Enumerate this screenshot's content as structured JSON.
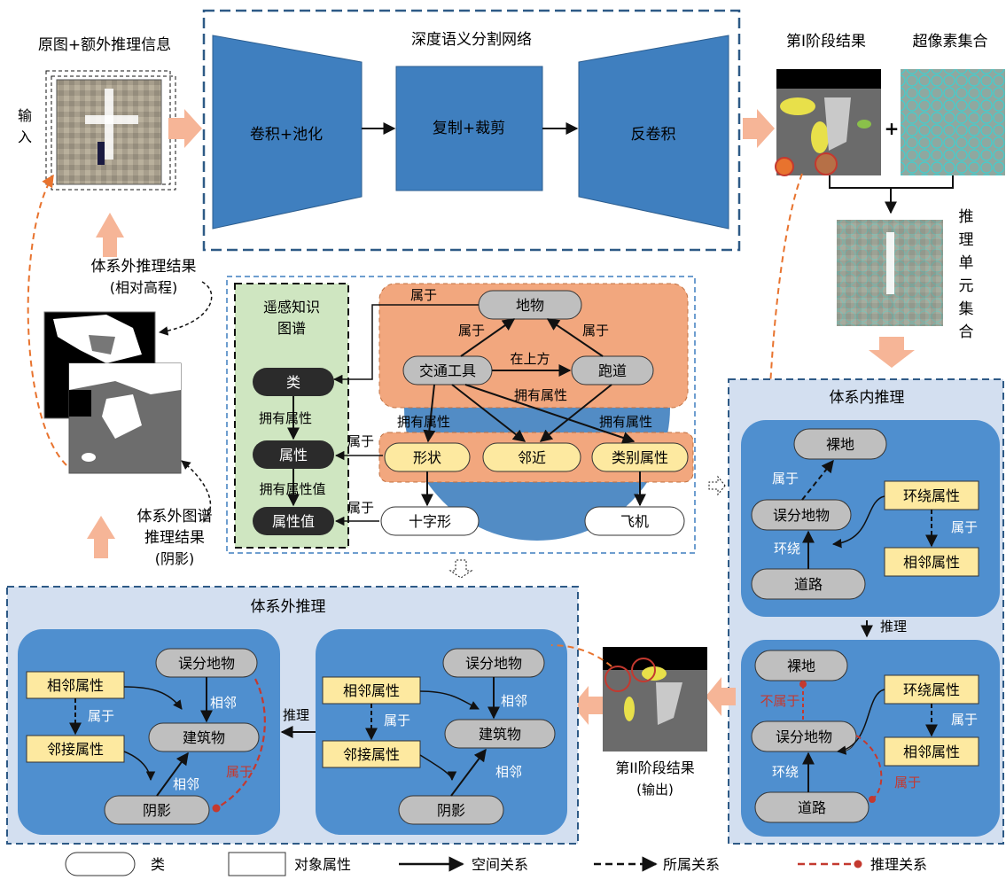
{
  "colors": {
    "net_blue": "#3f7fbf",
    "panel_light": "#d3dff0",
    "panel_dark": "#4f8fcf",
    "orange": "#f2a77e",
    "kg_green": "#cfe6c1",
    "gray_node": "#bfbfbf",
    "dark_node": "#2b2b2b",
    "attr_yellow": "#fde9a0",
    "infer_red": "#c4392f",
    "dash_orange": "#e8732e",
    "arrow_peach": "#f6b597"
  },
  "top": {
    "input_label": "原图+额外推理信息",
    "input_side": "输入",
    "network_title": "深度语义分割网络",
    "conv_label": "卷积+池化",
    "copy_label": "复制+裁剪",
    "deconv_label": "反卷积",
    "stage1_label": "第I阶段结果",
    "superpixel_label": "超像素集合",
    "plus": "+",
    "unit_label": "推理单元集合"
  },
  "left": {
    "external_result_line1": "体系外推理结果",
    "external_result_line2": "(相对高程)",
    "graph_result_line1": "体系外图谱",
    "graph_result_line2": "推理结果",
    "graph_result_line3": "(阴影)"
  },
  "kg": {
    "title_line1": "遥感知识",
    "title_line2": "图谱",
    "class": "类",
    "attr": "属性",
    "attr_value": "属性值",
    "has_attr": "拥有属性",
    "has_attr_value": "拥有属性值",
    "belongs": "属于",
    "ground": "地物",
    "vehicle": "交通工具",
    "runway": "跑道",
    "on_top": "在上方",
    "shape": "形状",
    "adjacent": "邻近",
    "category_attr": "类别属性",
    "cross": "十字形",
    "plane": "飞机"
  },
  "internal": {
    "title": "体系内推理",
    "bare": "裸地",
    "misclass": "误分地物",
    "road": "道路",
    "surround_attr": "环绕属性",
    "neighbor_attr": "相邻属性",
    "belongs": "属于",
    "not_belongs": "不属于",
    "surround": "环绕",
    "infer": "推理"
  },
  "external": {
    "title": "体系外推理",
    "misclass": "误分地物",
    "building": "建筑物",
    "shadow": "阴影",
    "neighbor_attr": "相邻属性",
    "contact_attr": "邻接属性",
    "belongs": "属于",
    "adjacent": "相邻",
    "infer": "推理"
  },
  "stage2": {
    "line1": "第II阶段结果",
    "line2": "(输出)"
  },
  "legend": {
    "class": "类",
    "object_attr": "对象属性",
    "spatial": "空间关系",
    "membership": "所属关系",
    "inference": "推理关系"
  }
}
